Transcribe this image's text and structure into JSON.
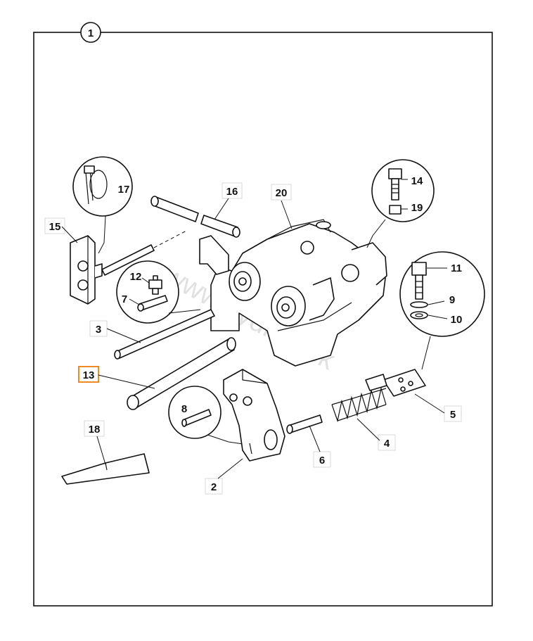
{
  "diagram": {
    "group_number": "1",
    "selected_callout": "13",
    "highlight_color": "#f08a24",
    "watermark": "www.hydrob.sk",
    "callouts": {
      "c2": "2",
      "c3": "3",
      "c4": "4",
      "c5": "5",
      "c6": "6",
      "c7": "7",
      "c8": "8",
      "c9": "9",
      "c10": "10",
      "c11": "11",
      "c12": "12",
      "c13": "13",
      "c14": "14",
      "c15": "15",
      "c16": "16",
      "c17": "17",
      "c18": "18",
      "c19": "19",
      "c20": "20"
    }
  }
}
